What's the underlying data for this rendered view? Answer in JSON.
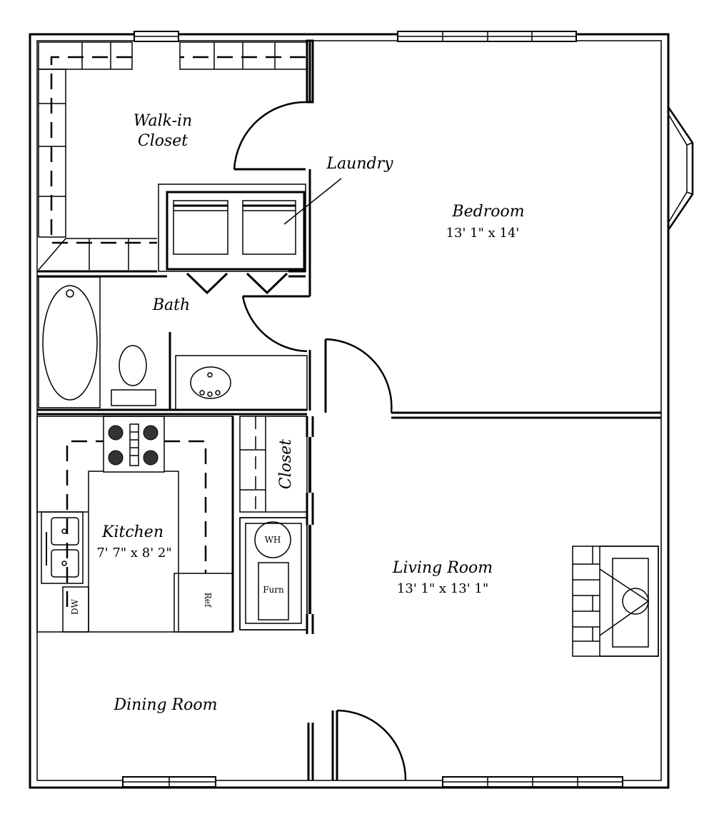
{
  "rooms": {
    "walkin_closet": {
      "line1": "Walk-in",
      "line2": "Closet"
    },
    "laundry": {
      "label": "Laundry"
    },
    "bedroom": {
      "label": "Bedroom",
      "dims": "13' 1\" x 14'"
    },
    "bath": {
      "label": "Bath"
    },
    "closet": {
      "label": "Closet"
    },
    "kitchen": {
      "label": "Kitchen",
      "dims": "7' 7\" x 8' 2\""
    },
    "living_room": {
      "label": "Living Room",
      "dims": "13' 1\" x 13' 1\""
    },
    "dining_room": {
      "label": "Dining Room"
    }
  },
  "fixtures": {
    "water_heater": "WH",
    "furnace": "Furn",
    "refrigerator": "Ref",
    "dishwasher": "DW"
  }
}
